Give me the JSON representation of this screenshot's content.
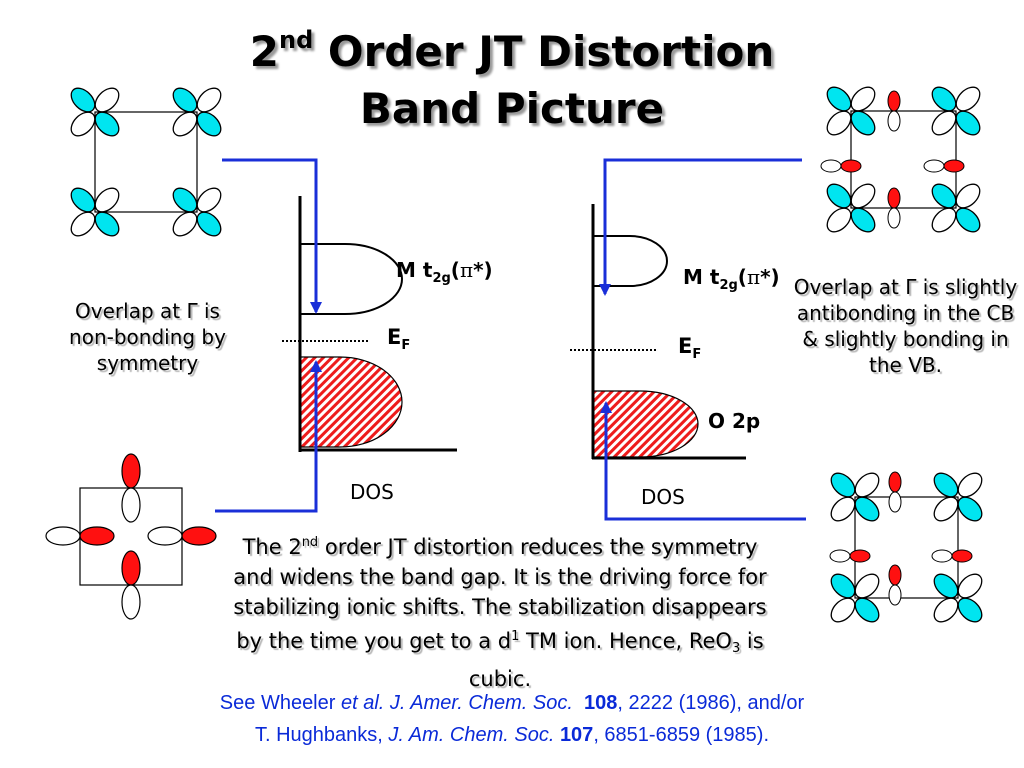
{
  "title": {
    "line1_prefix": "2",
    "line1_sup": "nd",
    "line1_rest": " Order JT Distortion",
    "line2": "Band Picture"
  },
  "left_panel": {
    "overlap_note": "Overlap at Γ is non-bonding by symmetry",
    "band_label_main": "M t",
    "band_label_sub": "2g",
    "band_label_open": "(",
    "band_label_pi": "π",
    "band_label_close": "*)",
    "fermi_main": "E",
    "fermi_sub": "F",
    "dos_label": "DOS"
  },
  "right_panel": {
    "overlap_note": "Overlap at Γ is slightly antibonding in the CB & slightly bonding in the VB.",
    "band_label_main": "M t",
    "band_label_sub": "2g",
    "band_label_open": "(",
    "band_label_pi": "π",
    "band_label_close": "*)",
    "fermi_main": "E",
    "fermi_sub": "F",
    "o2p_label": "O 2p",
    "dos_label": "DOS"
  },
  "explanation": {
    "p1": "The 2",
    "sup1": "nd",
    "p2": " order JT distortion reduces the symmetry and widens the band gap.  It is the driving force for stabilizing ionic shifts.  The stabilization disappears by the time you get to a d",
    "sup2": "1",
    "p3": " TM ion.  Hence, ReO",
    "sub1": "3",
    "p4": " is cubic."
  },
  "references": {
    "r1_a": "See Wheeler ",
    "r1_b": "et al. J. Amer. Chem. Soc.",
    "r1_c": "  ",
    "r1_vol": "108",
    "r1_d": ", 2222 (1986),  and/or",
    "r2_a": "T. Hughbanks, ",
    "r2_b": "J. Am. Chem. Soc.",
    "r2_c": " ",
    "r2_vol": "107",
    "r2_d": ", 6851-6859 (1985)."
  },
  "colors": {
    "d_orbital": "#00e5f0",
    "p_orbital_filled": "#ff1010",
    "arrow": "#1a2fd8",
    "reference_text": "#0a2ad8"
  }
}
